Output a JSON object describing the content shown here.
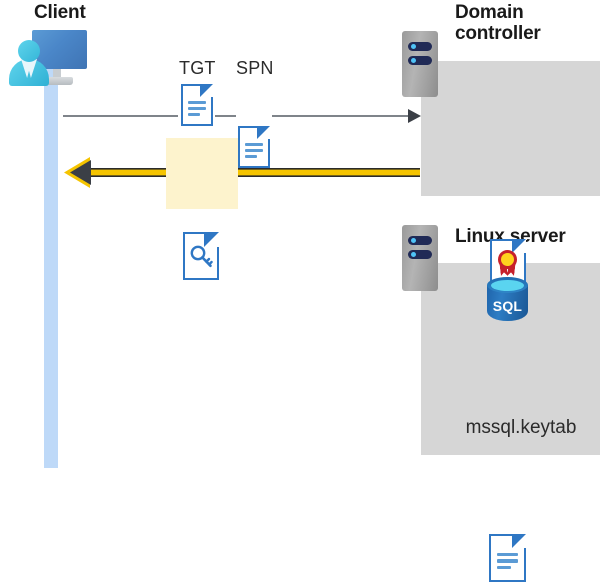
{
  "diagram": {
    "title": "Kerberos authentication flow between client, domain controller and Linux server",
    "background": "#ffffff"
  },
  "actors": {
    "client": {
      "label": "Client",
      "icon": "client-workstation-icon",
      "lifeline_color": "#bed9f8"
    },
    "domain_controller": {
      "label": "Domain controller",
      "icon": "server-icon",
      "panel_color": "#d6d6d6",
      "contents": [
        {
          "icon": "certificate-document-icon",
          "label": ""
        }
      ]
    },
    "linux_server": {
      "label": "Linux server",
      "icon": "server-icon",
      "panel_color": "#d6d6d6",
      "contents": [
        {
          "icon": "sql-database-icon",
          "label": "SQL"
        },
        {
          "icon": "keytab-document-icon",
          "label": "mssql.keytab"
        }
      ]
    }
  },
  "messages": [
    {
      "id": "request",
      "direction": "right",
      "color": "#555b63",
      "style": "thin-line",
      "artifacts": [
        {
          "label": "TGT",
          "icon": "document-icon"
        },
        {
          "label": "SPN",
          "icon": "document-icon"
        }
      ]
    },
    {
      "id": "response",
      "direction": "left",
      "color": "#f5c400",
      "style": "thick-line",
      "highlight_color": "#fdf3cd",
      "artifacts": [
        {
          "label": "",
          "icon": "service-ticket-key-document-icon"
        }
      ]
    }
  ],
  "labels": {
    "tgt": "TGT",
    "spn": "SPN",
    "sql": "SQL",
    "keytab": "mssql.keytab",
    "client": "Client",
    "domain_controller": "Domain controller",
    "linux_server": "Linux server"
  },
  "colors": {
    "panel": "#d6d6d6",
    "lifeline": "#bed9f8",
    "highlight": "#fdf3cd",
    "arrow_gold": "#f5c400",
    "arrow_gray": "#555b63",
    "doc_blue": "#2f77c4",
    "doc_line_blue": "#5b9bd5",
    "server_navy": "#202a56",
    "led_blue": "#4fc3f7",
    "seal_red": "#c7202a",
    "seal_yellow": "#ffd21e",
    "text_dark": "#1a1a1a"
  }
}
